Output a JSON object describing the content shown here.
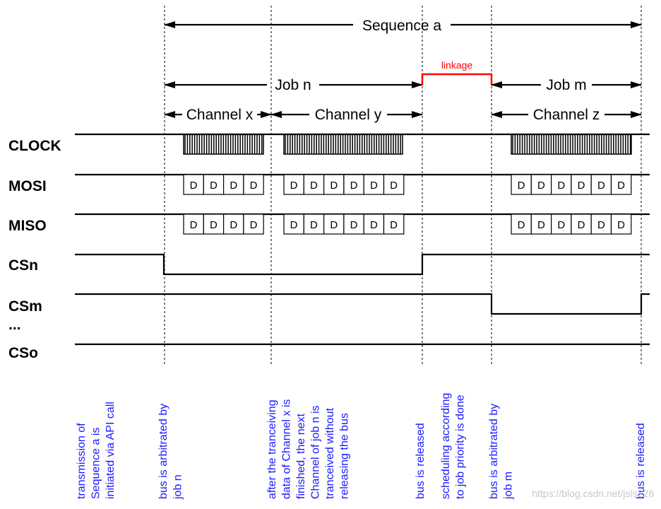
{
  "signals": [
    "CLOCK",
    "MOSI",
    "MISO",
    "CSn",
    "CSm",
    "...",
    "CSo"
  ],
  "headers": {
    "sequence": "Sequence a",
    "job_n": "Job n",
    "job_m": "Job m",
    "linkage": "linkage",
    "channel_x": "Channel x",
    "channel_y": "Channel y",
    "channel_z": "Channel z"
  },
  "data_cell_label": "D",
  "annotations": [
    [
      "transmission of",
      "Sequence a is",
      "initiated via API call"
    ],
    [
      "bus is arbitrated by",
      "job n"
    ],
    [
      "after the tranceiving",
      "data of Channel x is",
      "finished, the next",
      "Channel of job n is",
      "tranceived without",
      "releasing the bus"
    ],
    [
      "bus is released"
    ],
    [
      "scheduling according",
      "to job priority is done"
    ],
    [
      "bus is arbitrated by",
      "job m"
    ],
    [
      "bus is released"
    ]
  ],
  "watermark": "https://blog.csdn.net/jsls226",
  "colors": {
    "linkage": "#ff0000",
    "annotation": "#1a1aff",
    "line": "#000000"
  }
}
